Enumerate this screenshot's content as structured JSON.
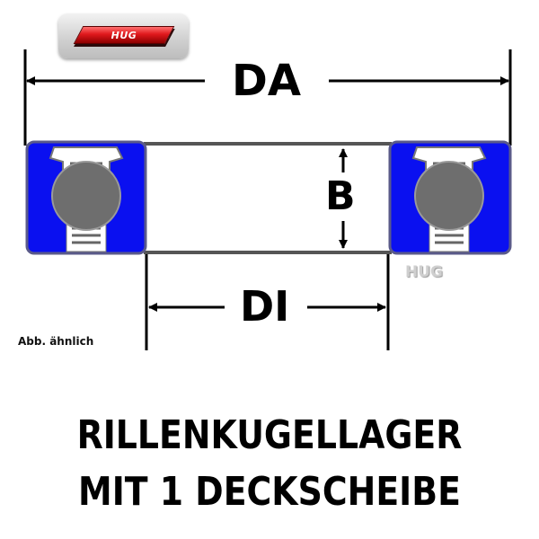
{
  "logo": {
    "brand": "HUG"
  },
  "dimensions": {
    "outer_diameter": "DA",
    "width": "B",
    "inner_diameter": "DI"
  },
  "note": "Abb. ähnlich",
  "watermark": "HUG",
  "title": {
    "line1": "RILLENKUGELLAGER",
    "line2": "MIT 1 DECKSCHEIBE"
  },
  "colors": {
    "seal_blue": "#0a10f0",
    "ball_gray": "#6e6e6e",
    "logo_red": "#e0181c",
    "line_black": "#000000"
  }
}
